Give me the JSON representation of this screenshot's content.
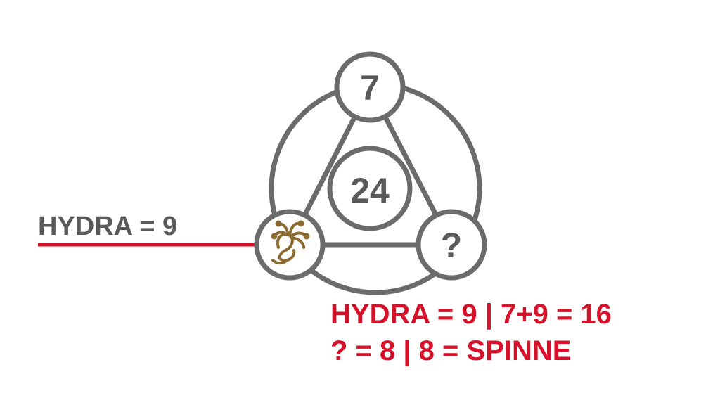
{
  "puzzle": {
    "top_value": "7",
    "center_value": "24",
    "right_value": "?",
    "left_icon": "hydra-icon"
  },
  "annotation_left": {
    "label": "HYDRA = 9"
  },
  "solution": {
    "line1": "HYDRA = 9 | 7+9 = 16",
    "line2": "? = 8 | 8 = SPINNE"
  },
  "colors": {
    "outline": "#6b6b6b",
    "text_gray": "#5a5a5a",
    "accent_red": "#d6112a",
    "hydra_gold": "#8a6a2e"
  }
}
